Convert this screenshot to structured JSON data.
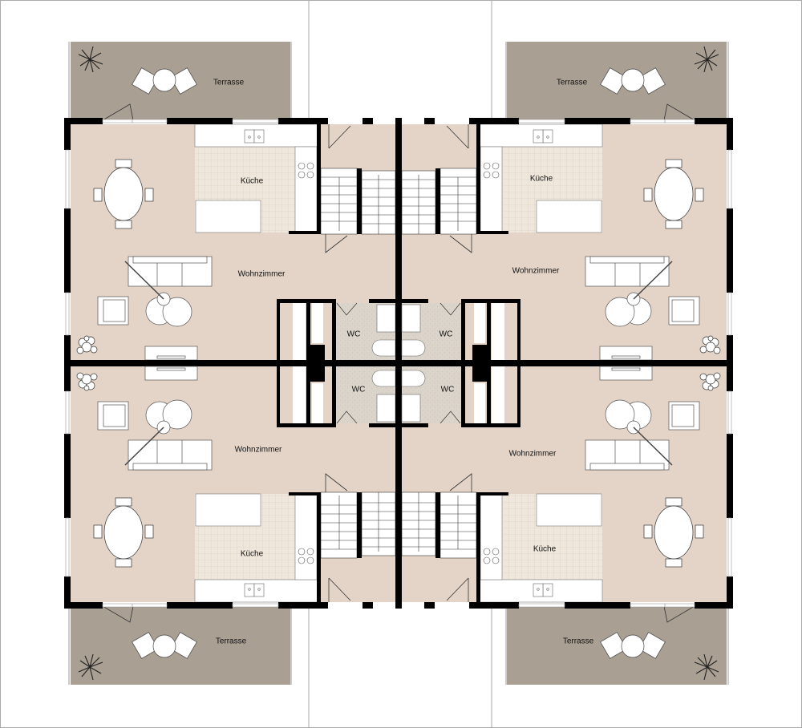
{
  "plan": {
    "colors": {
      "floor": "#e4d4c7",
      "terrace": "#a99f93",
      "kitchen_tiles": "#efe7dc",
      "wc_floor": "#d9d2c8",
      "wall": "#000000"
    },
    "units": [
      {
        "id": "top-left",
        "terrace": "Terrasse",
        "kitchen": "Küche",
        "living": "Wohnzimmer",
        "wc": "WC"
      },
      {
        "id": "top-right",
        "terrace": "Terrasse",
        "kitchen": "Küche",
        "living": "Wohnzimmer",
        "wc": "WC"
      },
      {
        "id": "bottom-left",
        "terrace": "Terrasse",
        "kitchen": "Küche",
        "living": "Wohnzimmer",
        "wc": "WC"
      },
      {
        "id": "bottom-right",
        "terrace": "Terrasse",
        "kitchen": "Küche",
        "living": "Wohnzimmer",
        "wc": "WC"
      }
    ]
  }
}
